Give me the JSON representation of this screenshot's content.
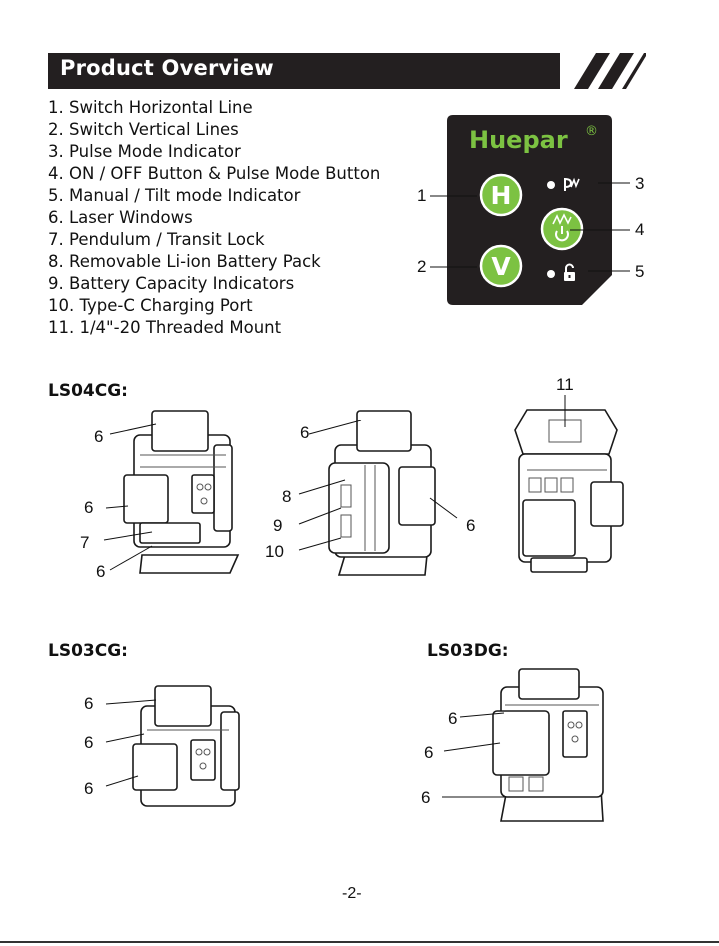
{
  "header": {
    "title": "Product Overview"
  },
  "features": [
    "1. Switch Horizontal Line",
    "2. Switch Vertical Lines",
    "3. Pulse Mode Indicator",
    "4. ON / OFF Button & Pulse Mode Button",
    "5. Manual / Tilt mode Indicator",
    "6. Laser Windows",
    "7. Pendulum / Transit Lock",
    "8. Removable Li-ion Battery Pack",
    "9. Battery Capacity Indicators",
    "10. Type-C Charging Port",
    "11. 1/4\"-20 Threaded Mount"
  ],
  "panel": {
    "brand": "Huepar",
    "registered": "®",
    "button_h": "H",
    "button_v": "V",
    "callouts": [
      "1",
      "2",
      "3",
      "4",
      "5"
    ],
    "colors": {
      "panel": "#231f20",
      "button": "#7cc242",
      "brand": "#7cc242"
    }
  },
  "models": {
    "ls04cg": "LS04CG:",
    "ls03cg": "LS03CG:",
    "ls03dg": "LS03DG:"
  },
  "figure_labels": {
    "ls04cg_front": [
      "6",
      "6",
      "7",
      "6"
    ],
    "ls04cg_side": [
      "6",
      "8",
      "9",
      "10",
      "6"
    ],
    "ls04cg_top": [
      "11"
    ],
    "ls03cg": [
      "6",
      "6",
      "6"
    ],
    "ls03dg": [
      "6",
      "6",
      "6"
    ]
  },
  "footer": {
    "page": "-2-"
  }
}
